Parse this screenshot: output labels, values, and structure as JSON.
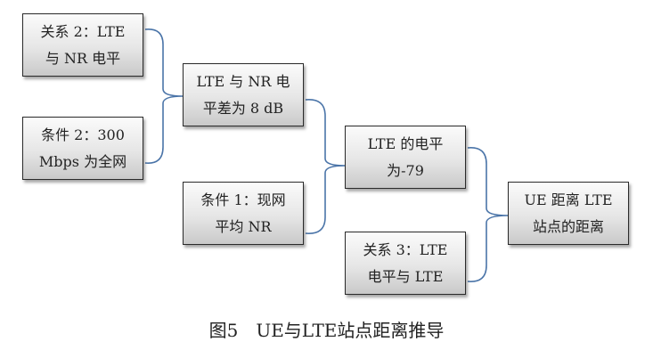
{
  "nodes": [
    {
      "id": "b1",
      "lines": [
        "关系 2：LTE",
        "与 NR 电平"
      ]
    },
    {
      "id": "b2",
      "lines": [
        "条件 2：300",
        "Mbps 为全网"
      ]
    },
    {
      "id": "b3",
      "lines": [
        "LTE 与 NR 电",
        "平差为 8 dB"
      ]
    },
    {
      "id": "b4",
      "lines": [
        "条件 1：现网",
        "平均 NR"
      ]
    },
    {
      "id": "b5",
      "lines": [
        "LTE 的电平",
        "为-79"
      ]
    },
    {
      "id": "b6",
      "lines": [
        "关系 3：LTE",
        "电平与 LTE"
      ]
    },
    {
      "id": "b7",
      "lines": [
        "UE 距离 LTE",
        "站点的距离"
      ]
    }
  ],
  "edges": [
    [
      "b1",
      "b3"
    ],
    [
      "b2",
      "b3"
    ],
    [
      "b3",
      "b5"
    ],
    [
      "b4",
      "b5"
    ],
    [
      "b5",
      "b7"
    ],
    [
      "b6",
      "b7"
    ]
  ],
  "caption": "图5　UE与LTE站点距离推导",
  "colors": {
    "connector": "#4a74a8",
    "border": "#2a2a2a"
  }
}
